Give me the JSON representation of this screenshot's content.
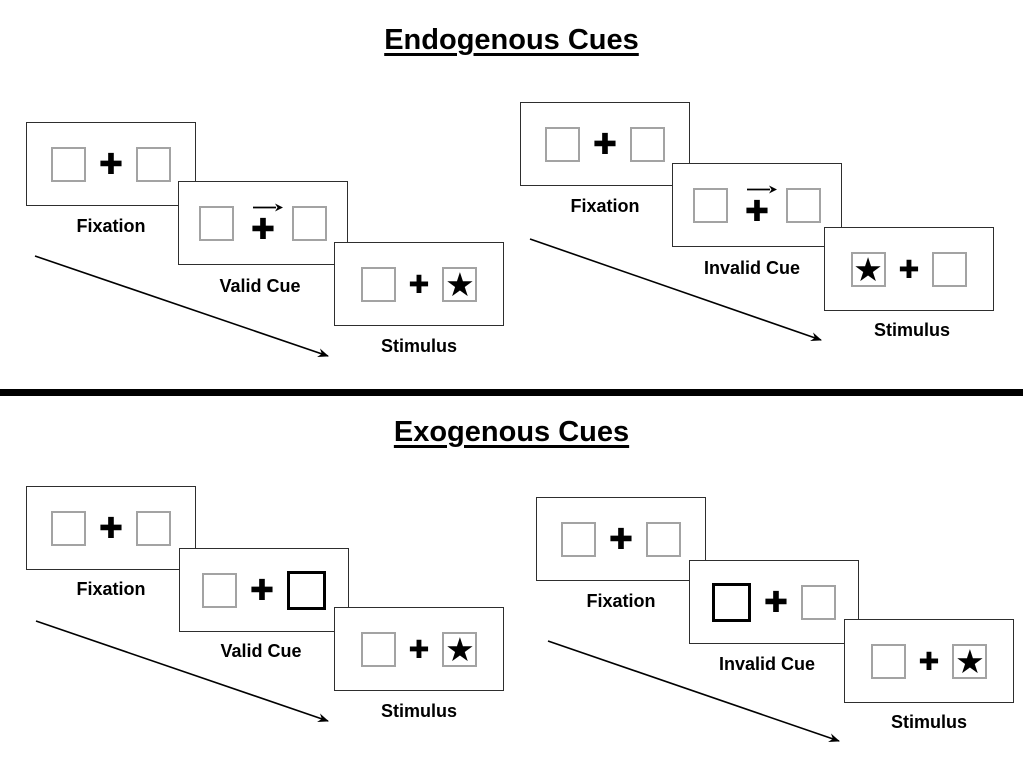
{
  "page": {
    "background": "#ffffff",
    "line_color": "#000000",
    "placeholder_box_border": "#a3a3a3",
    "cue_highlight_border": "#000000"
  },
  "icons": {
    "fixation_cross": "✚",
    "target_star": "★",
    "cue_arrow": "right-arrow",
    "timeline_arrow": "diagonal-down-right-arrow"
  },
  "sections": [
    {
      "title": "Endogenous Cues",
      "groups": [
        {
          "id": "endogenous-valid",
          "cards": [
            {
              "label": "Fixation",
              "type": "fixation"
            },
            {
              "label": "Valid Cue",
              "type": "cue",
              "cue_style": "central-arrow",
              "arrow_direction": "right"
            },
            {
              "label": "Stimulus",
              "type": "stimulus",
              "star_side": "right"
            }
          ]
        },
        {
          "id": "endogenous-invalid",
          "cards": [
            {
              "label": "Fixation",
              "type": "fixation"
            },
            {
              "label": "Invalid Cue",
              "type": "cue",
              "cue_style": "central-arrow",
              "arrow_direction": "right"
            },
            {
              "label": "Stimulus",
              "type": "stimulus",
              "star_side": "left"
            }
          ]
        }
      ]
    },
    {
      "title": "Exogenous Cues",
      "groups": [
        {
          "id": "exogenous-valid",
          "cards": [
            {
              "label": "Fixation",
              "type": "fixation"
            },
            {
              "label": "Valid Cue",
              "type": "cue",
              "cue_style": "peripheral-box",
              "bold_side": "right"
            },
            {
              "label": "Stimulus",
              "type": "stimulus",
              "star_side": "right"
            }
          ]
        },
        {
          "id": "exogenous-invalid",
          "cards": [
            {
              "label": "Fixation",
              "type": "fixation"
            },
            {
              "label": "Invalid Cue",
              "type": "cue",
              "cue_style": "peripheral-box",
              "bold_side": "left"
            },
            {
              "label": "Stimulus",
              "type": "stimulus",
              "star_side": "right"
            }
          ]
        }
      ]
    }
  ]
}
